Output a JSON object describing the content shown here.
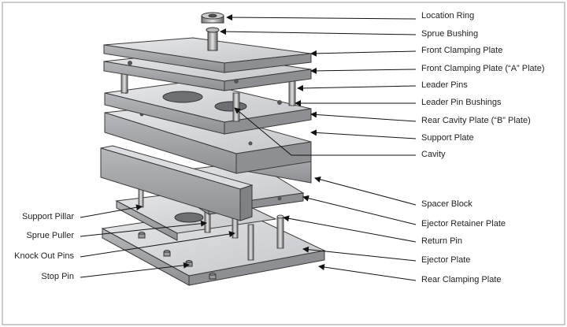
{
  "labels_right": [
    "Location Ring",
    "Sprue Bushing",
    "Front Clamping Plate",
    "Front Clamping Plate (“A” Plate)",
    "Leader Pins",
    "Leader Pin Bushings",
    "Rear Cavity Plate (“B” Plate)",
    "Support Plate",
    "Cavity",
    "Spacer Block",
    "Ejector Retainer Plate",
    "Return Pin",
    "Ejector Plate",
    "Rear Clamping Plate"
  ],
  "labels_left": [
    "Support Pillar",
    "Sprue Puller",
    "Knock Out Pins",
    "Stop Pin"
  ],
  "colors": {
    "plate_top": "#d7d8da",
    "plate_front": "#a9abae",
    "plate_side": "#8d8f93",
    "outline": "#3a3a3a",
    "arrow": "#111111"
  }
}
